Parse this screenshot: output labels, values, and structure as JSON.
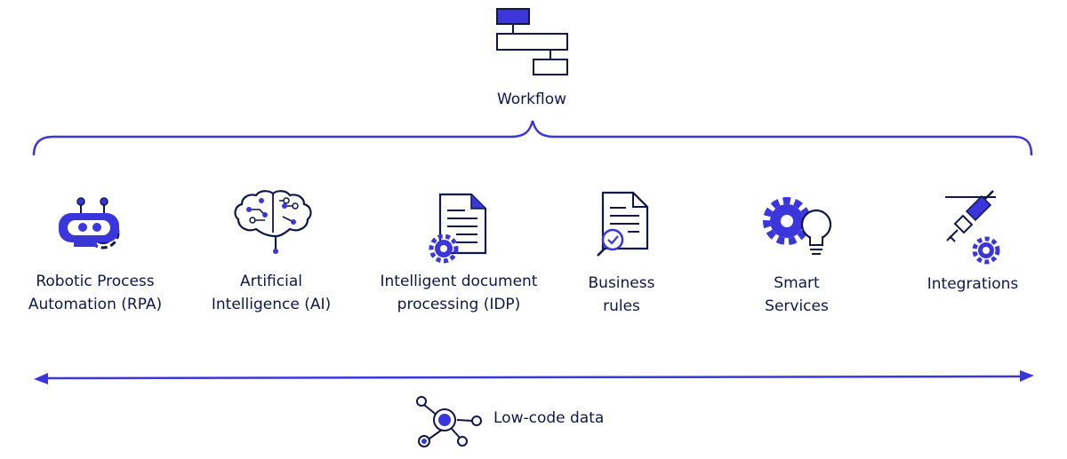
{
  "colors": {
    "accent": "#3b36dc",
    "ink": "#101746"
  },
  "workflow": {
    "label": "Workflow",
    "icon": "workflow-icon"
  },
  "capabilities": [
    {
      "id": "rpa",
      "icon": "robot-gear-icon",
      "lines": [
        "Robotic Process",
        "Automation (RPA)"
      ]
    },
    {
      "id": "ai",
      "icon": "brain-circuit-icon",
      "lines": [
        "Artificial",
        "Intelligence (AI)"
      ]
    },
    {
      "id": "idp",
      "icon": "document-gear-icon",
      "lines": [
        "Intelligent document",
        "processing (IDP)"
      ]
    },
    {
      "id": "rules",
      "icon": "document-check-icon",
      "lines": [
        "Business",
        "rules"
      ]
    },
    {
      "id": "smart",
      "icon": "gear-lightbulb-icon",
      "lines": [
        "Smart",
        "Services"
      ]
    },
    {
      "id": "integrations",
      "icon": "plug-gear-icon",
      "lines": [
        "Integrations"
      ]
    }
  ],
  "data_layer": {
    "label": "Low-code data",
    "icon": "network-nodes-icon"
  }
}
